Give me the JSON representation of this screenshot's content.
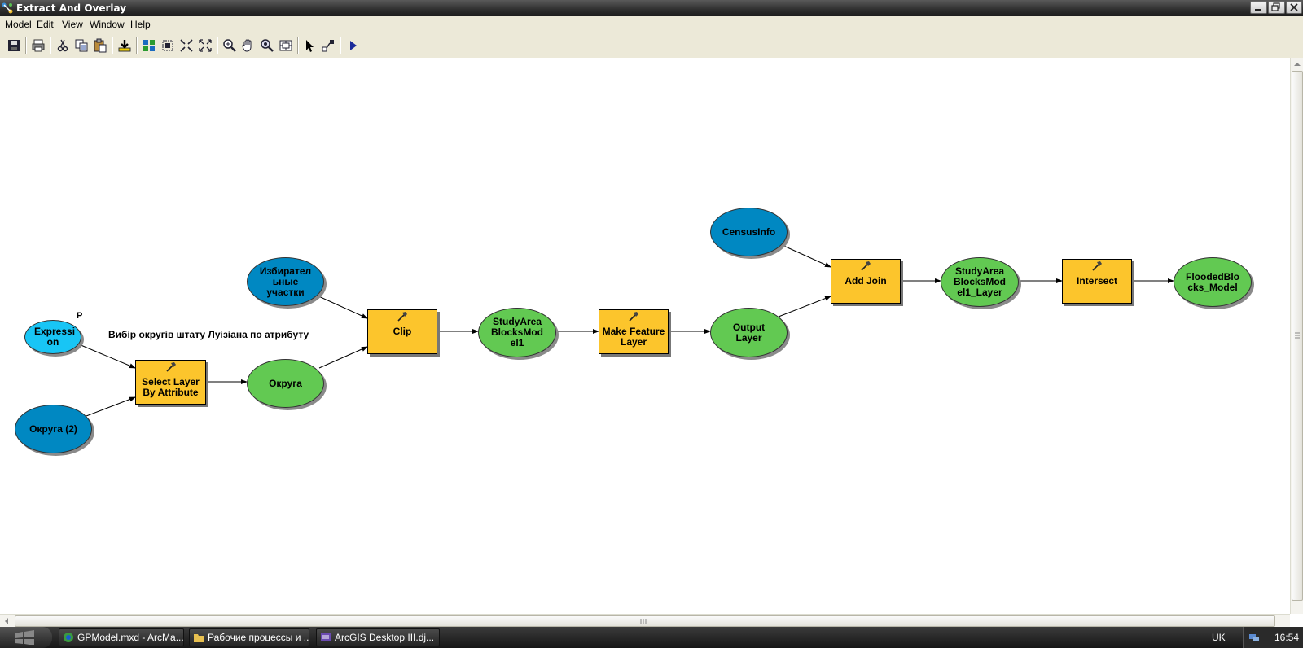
{
  "window": {
    "title": "Extract And Overlay"
  },
  "menu": [
    "Model",
    "Edit",
    "View",
    "Window",
    "Help"
  ],
  "toolbar_icons": [
    "save-icon",
    "print-icon",
    "cut-icon",
    "copy-icon",
    "paste-icon",
    "add-data-icon",
    "auto-layout-icon",
    "full-extent-icon",
    "fixed-zoom-in-icon",
    "fixed-zoom-out-icon",
    "zoom-in-icon",
    "pan-icon",
    "zoom-icon",
    "overview-icon",
    "select-icon",
    "connect-icon",
    "run-icon"
  ],
  "model": {
    "annotation": "Вибір округів штату Луізіана по атрибуту",
    "param_marker": "P",
    "nodes": {
      "expression": "Expressi on",
      "okruga2": "Округа (2)",
      "select_layer": "Select Layer By Attribute",
      "okruga": "Округа",
      "izbir": "Избирател ьные участки",
      "clip": "Clip",
      "study_area": "StudyArea BlocksMod el1",
      "make_feature": "Make Feature Layer",
      "output_layer": "Output Layer",
      "census": "CensusInfo",
      "add_join": "Add Join",
      "study_area_layer": "StudyArea BlocksMod el1_Layer",
      "intersect": "Intersect",
      "flooded": "FloodedBlo cks_Model"
    }
  },
  "taskbar": {
    "tasks": [
      "GPModel.mxd - ArcMa...",
      "Рабочие процессы и ...",
      "ArcGIS Desktop III.dj..."
    ],
    "language": "UK",
    "clock": "16:54"
  },
  "colors": {
    "tool": "#fcc52c",
    "input": "#0088c2",
    "param": "#18c5f5",
    "derived": "#62c952"
  }
}
